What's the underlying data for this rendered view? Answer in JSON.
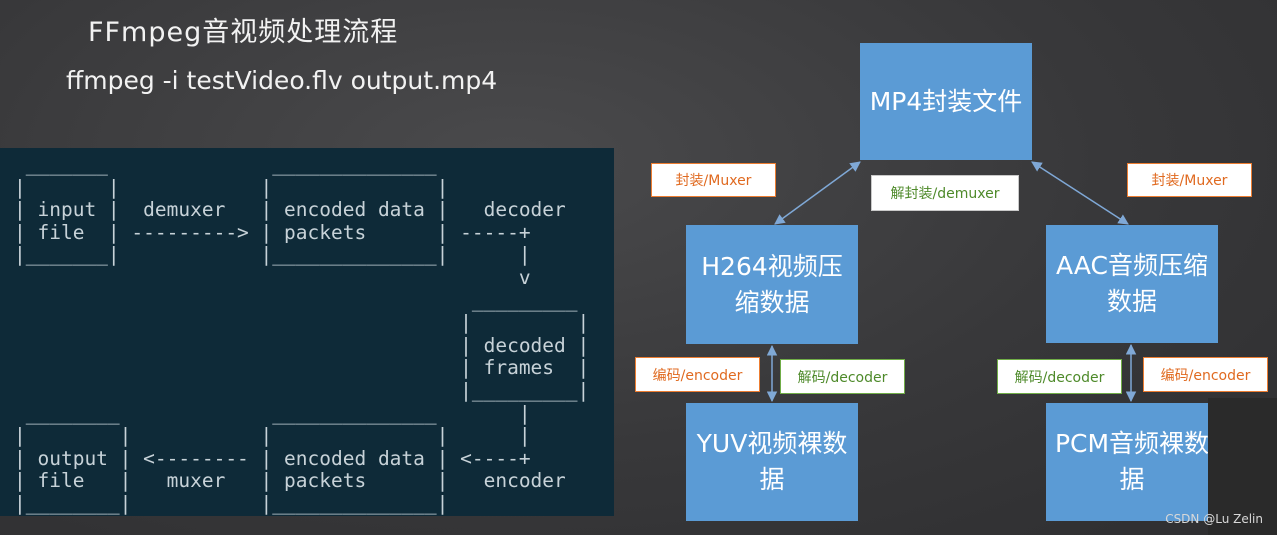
{
  "title": "FFmpeg音视频处理流程",
  "command": "ffmpeg -i testVideo.flv output.mp4",
  "terminal": {
    "lines": [
      " _______              ______________",
      "|       |            |              |",
      "| input |  demuxer   | encoded data |   decoder",
      "| file  | ---------> | packets      | -----+",
      "|_______|            |______________|      |",
      "                                           v",
      "                                       _________",
      "                                      |         |",
      "                                      | decoded |",
      "                                      | frames  |",
      "                                      |_________|",
      " ________             ______________       |",
      "|        |           |              |      |",
      "| output | <-------- | encoded data | <----+",
      "| file   |   muxer   | packets      |   encoder",
      "|________|           |______________|"
    ]
  },
  "nodes": {
    "mp4": "MP4封装文件",
    "h264": "H264视频压缩数据",
    "aac": "AAC音频压缩数据",
    "yuv": "YUV视频裸数据",
    "pcm": "PCM音频裸数据"
  },
  "labels": {
    "muxer_left": "封装/Muxer",
    "demuxer": "解封装/demuxer",
    "muxer_right": "封装/Muxer",
    "encoder_left": "编码/encoder",
    "decoder_left": "解码/decoder",
    "decoder_right": "解码/decoder",
    "encoder_right": "编码/encoder"
  },
  "watermark": "CSDN @Lu Zelin",
  "colors": {
    "node_fill": "#5b9bd5",
    "arrow": "#7fa8d6",
    "label_orange": "#ed7d31",
    "label_green": "#70ad47",
    "terminal_bg": "#0e2a38"
  }
}
